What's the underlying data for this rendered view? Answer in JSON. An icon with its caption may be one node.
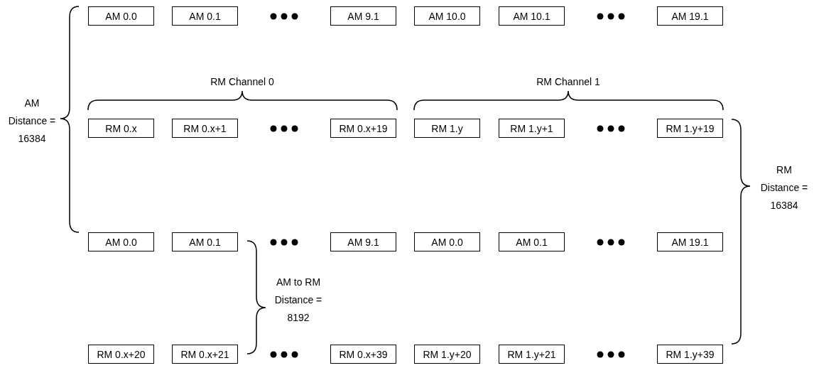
{
  "diagram": {
    "nodes": [
      {
        "text": [
          "AM 0.0"
        ]
      },
      {
        "text": [
          "AM 0.1"
        ]
      },
      {
        "text": [
          "AM 9.1"
        ]
      },
      {
        "text": [
          "AM 10.0"
        ]
      },
      {
        "text": [
          "AM 10.1"
        ]
      },
      {
        "text": [
          "AM 19.1"
        ]
      },
      {
        "text": [
          "RM 0.x"
        ]
      },
      {
        "text": [
          "RM 0.x+1"
        ]
      },
      {
        "text": [
          "RM 0.x+19"
        ]
      },
      {
        "text": [
          "RM 1.y"
        ]
      },
      {
        "text": [
          "RM 1.y+1"
        ]
      },
      {
        "text": [
          "RM 1.y+19"
        ]
      },
      {
        "text": [
          "AM 0.0"
        ]
      },
      {
        "text": [
          "AM 0.1"
        ]
      },
      {
        "text": [
          "AM 9.1"
        ]
      },
      {
        "text": [
          "AM 0.0"
        ]
      },
      {
        "text": [
          "AM 0.1"
        ]
      },
      {
        "text": [
          "AM 19.1"
        ]
      },
      {
        "text": [
          "RM 0.x+20"
        ]
      },
      {
        "text": [
          "RM 0.x+21"
        ]
      },
      {
        "text": [
          "RM 0.x+39"
        ]
      },
      {
        "text": [
          "RM 1.y+20"
        ]
      },
      {
        "text": [
          "RM 1.y+21"
        ]
      },
      {
        "text": [
          "RM 1.y+39"
        ]
      }
    ],
    "labels": [
      "RM Channel 0",
      "RM Channel 1",
      "AM Distance = 16384",
      "RM Distance = 16384",
      "AM to RM Distance = 8192"
    ]
  }
}
